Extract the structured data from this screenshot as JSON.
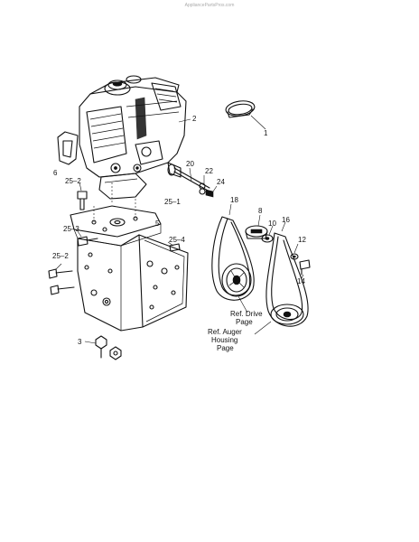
{
  "watermark": "AppliancePartsPros.com",
  "callouts": {
    "c1": "1",
    "c2": "2",
    "c3": "3",
    "c5": "5",
    "c6": "6",
    "c8": "8",
    "c10": "10",
    "c12": "12",
    "c14": "14",
    "c16": "16",
    "c18": "18",
    "c20": "20",
    "c22": "22",
    "c24": "24",
    "c25_1": "25–1",
    "c25_2a": "25–2",
    "c25_2b": "25–2",
    "c25_3": "25–3",
    "c25_4": "25–4"
  },
  "references": {
    "drive_line1": "Ref. Drive",
    "drive_line2": "Page",
    "auger_line1": "Ref. Auger",
    "auger_line2": "Housing",
    "auger_line3": "Page"
  }
}
